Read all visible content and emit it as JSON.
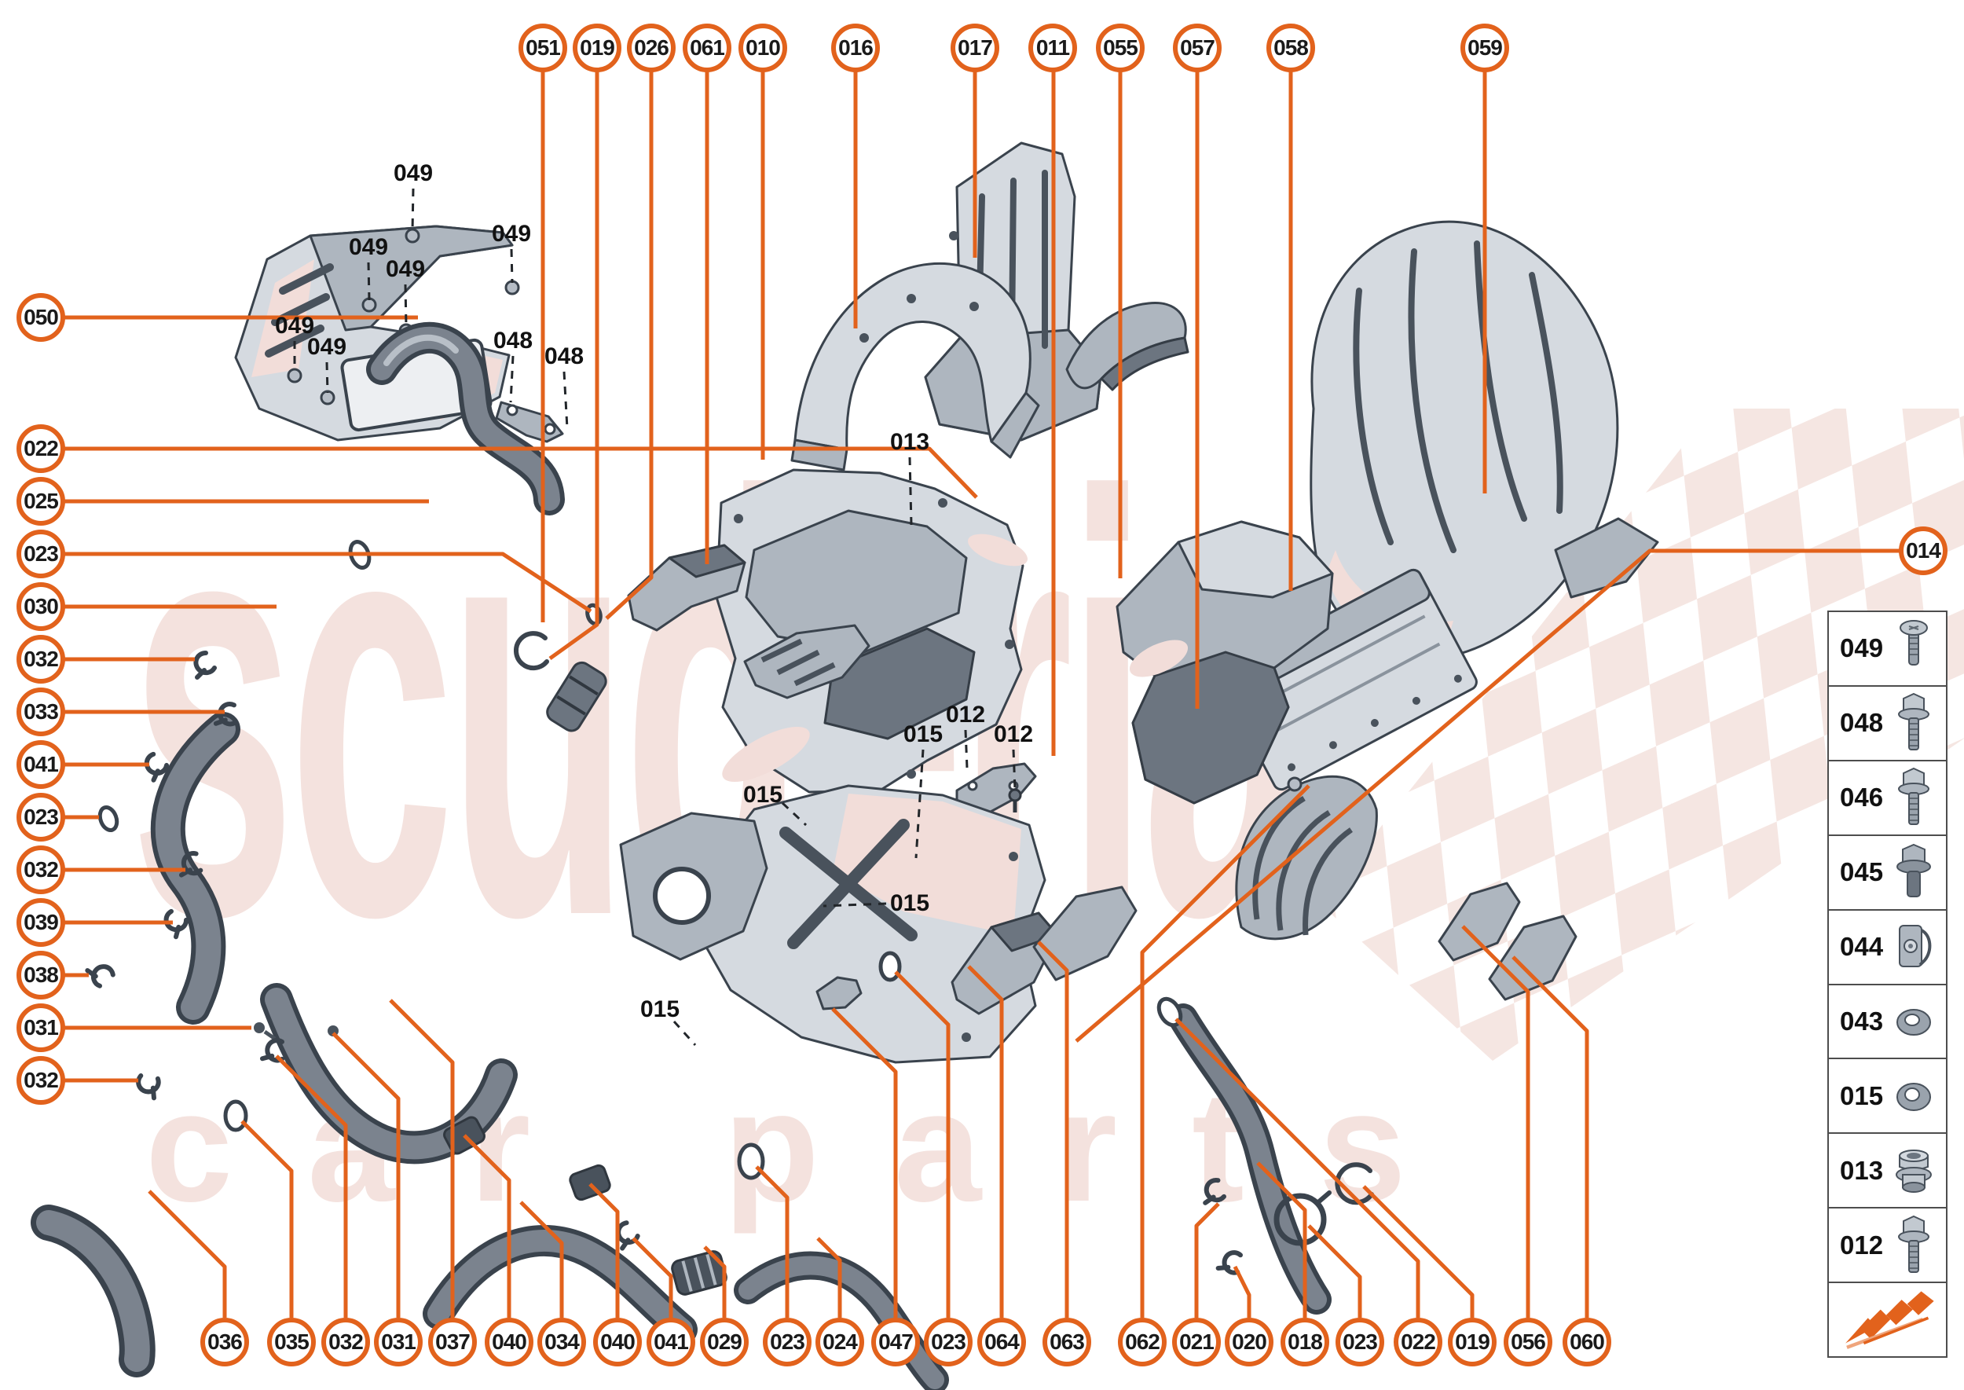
{
  "watermark": {
    "line1": "scuderia",
    "line2": "car parts"
  },
  "balloons": {
    "top": [
      "051",
      "019",
      "026",
      "061",
      "010",
      "016",
      "017",
      "011",
      "055",
      "057",
      "058",
      "059"
    ],
    "left": [
      "050",
      "022",
      "025",
      "023",
      "030",
      "032",
      "033",
      "041",
      "023",
      "032",
      "039",
      "038",
      "031",
      "032"
    ],
    "right": [
      "014"
    ],
    "bottom": [
      "036",
      "035",
      "032",
      "031",
      "037",
      "040",
      "034",
      "040",
      "041",
      "029",
      "023",
      "024",
      "047",
      "023",
      "064",
      "063",
      "062",
      "021",
      "020",
      "018",
      "023",
      "022",
      "019",
      "056",
      "060"
    ]
  },
  "inline_labels": [
    "049",
    "049",
    "049",
    "049",
    "049",
    "049",
    "048",
    "048",
    "013",
    "012",
    "012",
    "015",
    "015",
    "015",
    "015"
  ],
  "legend": {
    "rows": [
      {
        "label": "049",
        "icon": "screw-pan-head-icon"
      },
      {
        "label": "048",
        "icon": "bolt-flange-icon"
      },
      {
        "label": "046",
        "icon": "bolt-flange-icon"
      },
      {
        "label": "045",
        "icon": "bolt-flange-short-icon"
      },
      {
        "label": "044",
        "icon": "clip-nut-icon"
      },
      {
        "label": "043",
        "icon": "washer-icon"
      },
      {
        "label": "015",
        "icon": "washer-icon"
      },
      {
        "label": "013",
        "icon": "flange-nut-icon"
      },
      {
        "label": "012",
        "icon": "bolt-flange-icon"
      }
    ],
    "logo": "scuderia-arrow-logo"
  },
  "colors": {
    "accent": "#E2621C",
    "outline": "#3A434D",
    "watermark_pink": "#F4E2DE"
  }
}
